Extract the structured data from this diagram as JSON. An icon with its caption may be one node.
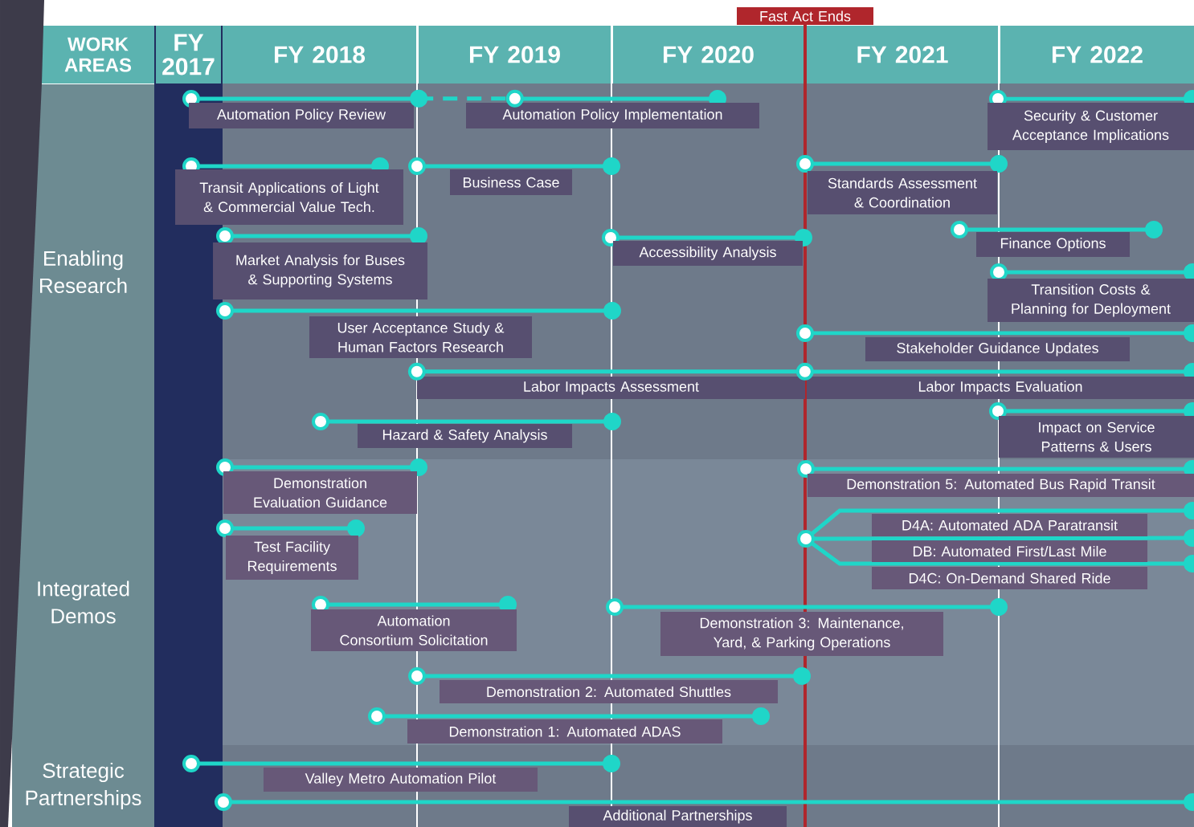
{
  "diagram": {
    "nodes": [
      {
        "text": [
          "WORK AREAS"
        ]
      },
      {
        "text": [
          "FY 2017"
        ]
      },
      {
        "text": [
          "FY 2018"
        ]
      },
      {
        "text": [
          "FY 2019"
        ]
      },
      {
        "text": [
          "FY 2020"
        ]
      },
      {
        "text": [
          "FY 2021"
        ]
      },
      {
        "text": [
          "FY 2022"
        ]
      },
      {
        "text": [
          "Fast Act Ends"
        ]
      },
      {
        "text": [
          "Enabling Research"
        ]
      },
      {
        "text": [
          "Integrated Demos"
        ]
      },
      {
        "text": [
          "Strategic Partnerships"
        ]
      },
      {
        "text": [
          "Automation Policy Review"
        ]
      },
      {
        "text": [
          "Automation Policy Implementation"
        ]
      },
      {
        "text": [
          "Security & Customer Acceptance Implications"
        ]
      },
      {
        "text": [
          "Transit Applications of Light & Commercial Value Tech."
        ]
      },
      {
        "text": [
          "Business Case"
        ]
      },
      {
        "text": [
          "Standards Assessment & Coordination"
        ]
      },
      {
        "text": [
          "Market Analysis for Buses & Supporting Systems"
        ]
      },
      {
        "text": [
          "Accessibility Analysis"
        ]
      },
      {
        "text": [
          "Finance Options"
        ]
      },
      {
        "text": [
          "Transition Costs & Planning for Deployment"
        ]
      },
      {
        "text": [
          "User Acceptance Study & Human Factors Research"
        ]
      },
      {
        "text": [
          "Stakeholder Guidance Updates"
        ]
      },
      {
        "text": [
          "Labor Impacts Assessment"
        ]
      },
      {
        "text": [
          "Labor Impacts Evaluation"
        ]
      },
      {
        "text": [
          "Hazard & Safety Analysis"
        ]
      },
      {
        "text": [
          "Impact on Service Patterns & Users"
        ]
      },
      {
        "text": [
          "Demonstration Evaluation Guidance"
        ]
      },
      {
        "text": [
          "Demonstration 5: Automated Bus Rapid Transit"
        ]
      },
      {
        "text": [
          "Test Facility Requirements"
        ]
      },
      {
        "text": [
          "D4A: Automated ADA Paratransit"
        ]
      },
      {
        "text": [
          "DB: Automated First/Last Mile"
        ]
      },
      {
        "text": [
          "D4C: On-Demand Shared Ride"
        ]
      },
      {
        "text": [
          "Automation Consortium Solicitation"
        ]
      },
      {
        "text": [
          "Demonstration 3: Maintenance, Yard, & Parking Operations"
        ]
      },
      {
        "text": [
          "Demonstration 2: Automated Shuttles"
        ]
      },
      {
        "text": [
          "Demonstration 1: Automated ADAS"
        ]
      },
      {
        "text": [
          "Valley Metro Automation Pilot"
        ]
      },
      {
        "text": [
          "Additional Partnerships"
        ]
      }
    ],
    "edges": [
      {
        "from": 11,
        "to": 12,
        "arrow": "other",
        "style": "dashed"
      },
      {
        "from": 23,
        "to": 24,
        "arrow": "other"
      }
    ]
  }
}
